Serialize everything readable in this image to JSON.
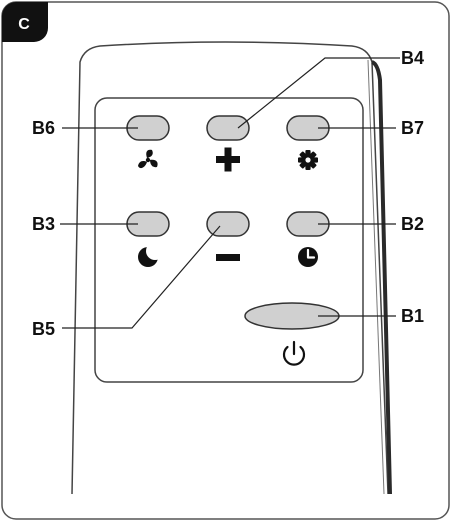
{
  "figure_letter": "C",
  "callouts": {
    "b1": "B1",
    "b2": "B2",
    "b3": "B3",
    "b4": "B4",
    "b5": "B5",
    "b6": "B6",
    "b7": "B7"
  },
  "icons": {
    "b6": "fan-icon",
    "b4": "plus-icon",
    "b7": "gear-icon",
    "b3": "moon-icon",
    "b5": "minus-icon",
    "b2": "clock-icon",
    "b1": "power-icon"
  },
  "colors": {
    "frame": "#555555",
    "button_fill": "#d0d0d0",
    "icon": "#111111",
    "remote_edge": "#2a2a2a"
  }
}
